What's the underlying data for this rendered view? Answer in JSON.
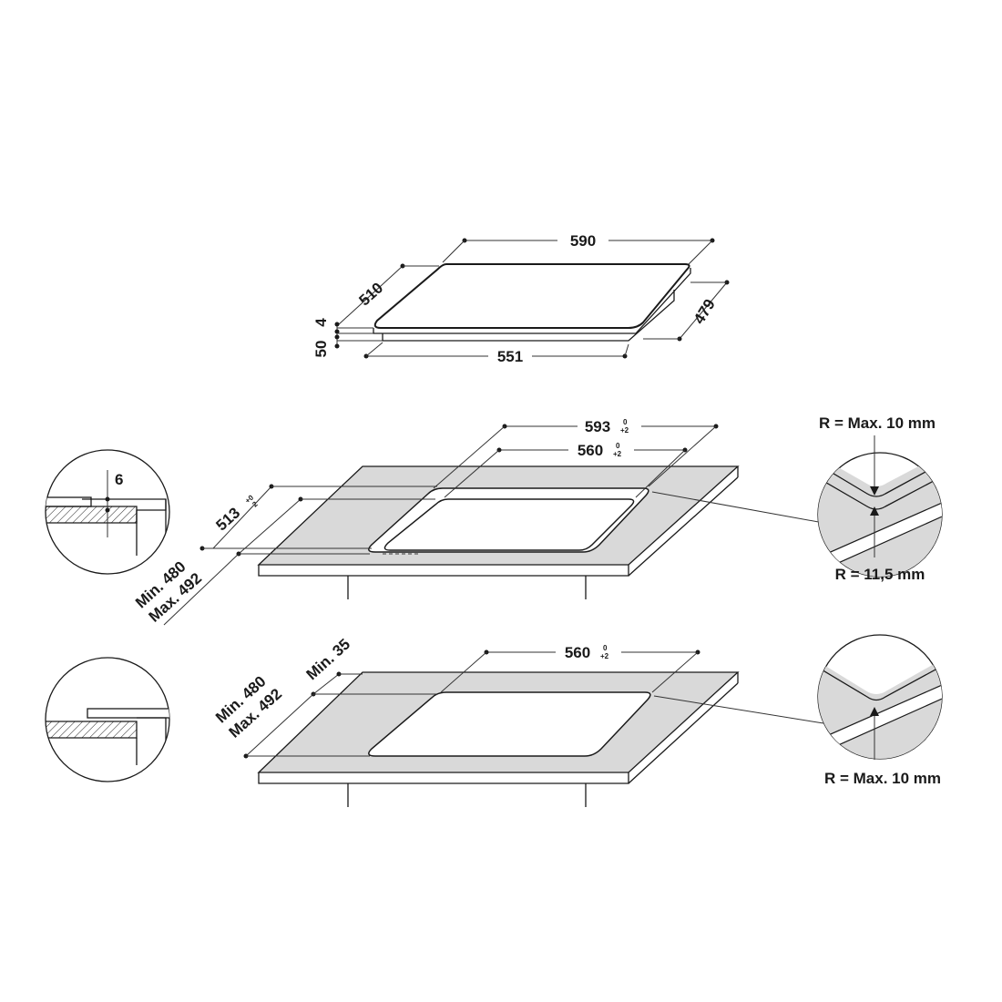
{
  "hob": {
    "width": "590",
    "depth": "510",
    "bottom_width": "551",
    "bottom_depth": "479",
    "glass_thickness": "4",
    "body_height": "50"
  },
  "flush_install": {
    "outer_width": "593",
    "outer_width_tol_top": "0",
    "outer_width_tol_bottom": "+2",
    "inner_width": "560",
    "inner_width_tol_top": "0",
    "inner_width_tol_bottom": "+2",
    "outer_depth": "513",
    "outer_depth_tol_top": "+0",
    "outer_depth_tol_bottom": "2",
    "depth_min": "Min. 480",
    "depth_max": "Max. 492",
    "rebate_depth": "6",
    "corner_note_top": "R = Max. 10 mm",
    "corner_note_bottom": "R = 11,5 mm"
  },
  "standard_install": {
    "width": "560",
    "width_tol_top": "0",
    "width_tol_bottom": "+2",
    "depth_min": "Min. 480",
    "depth_max": "Max. 492",
    "front_distance": "Min. 35",
    "corner_note": "R = Max. 10 mm"
  }
}
